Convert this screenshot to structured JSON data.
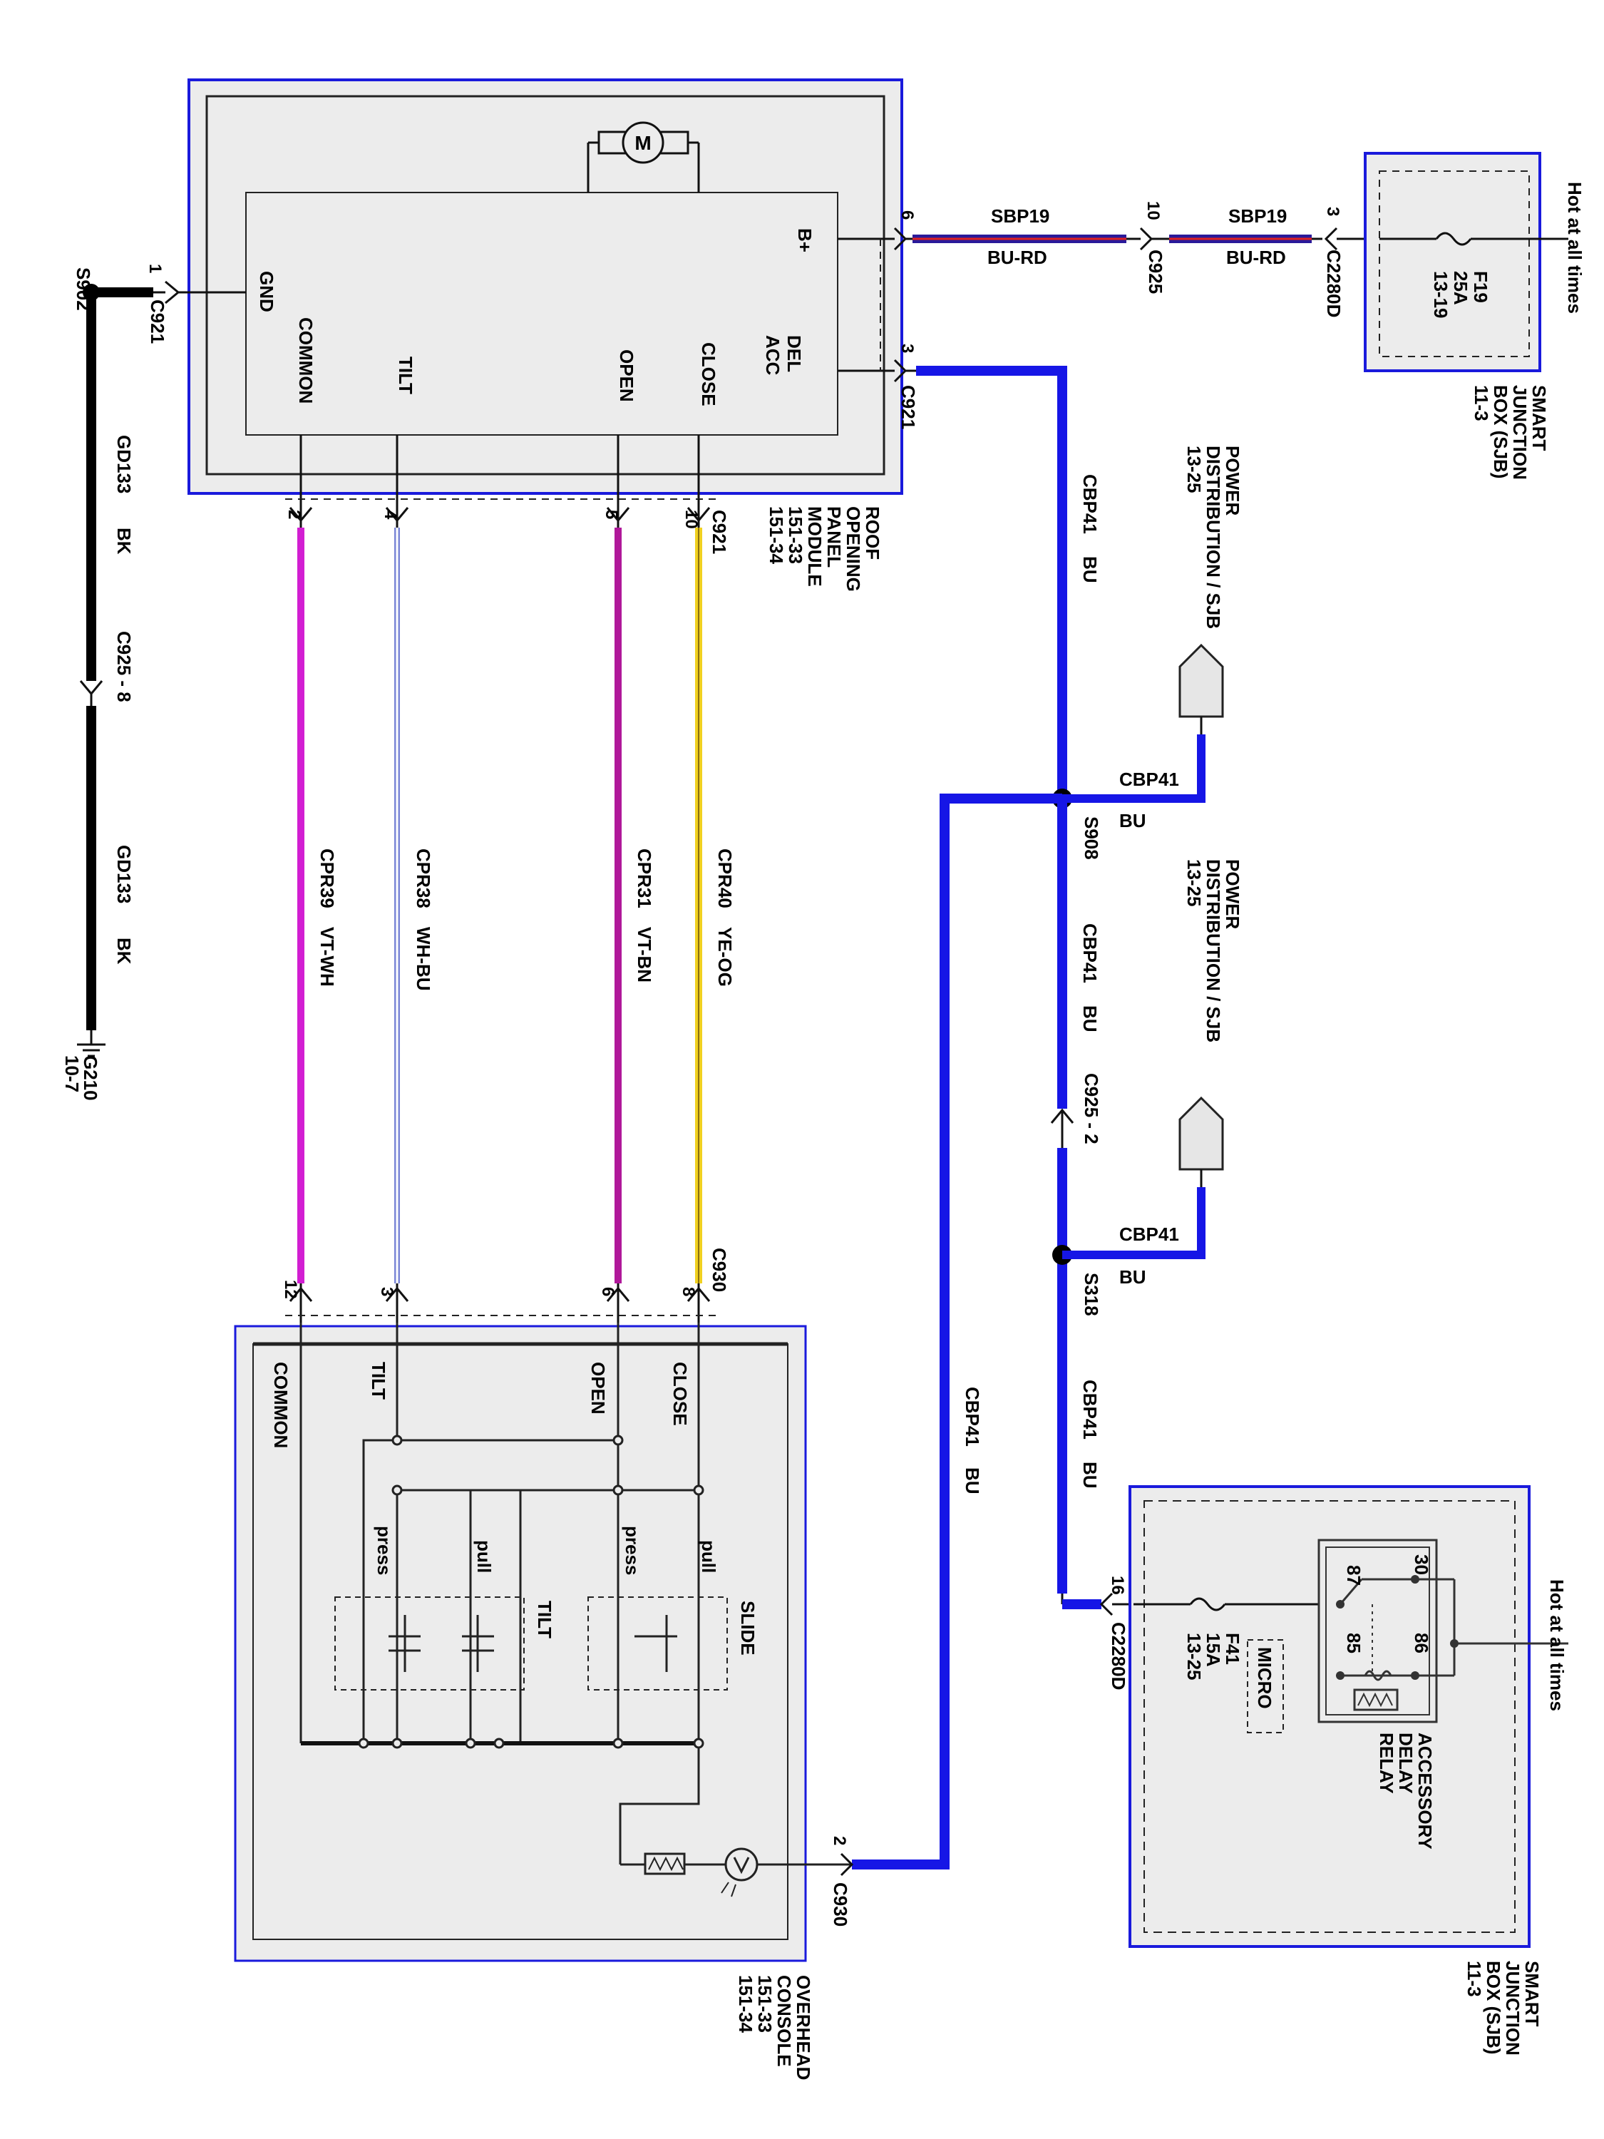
{
  "colors": {
    "blue_wire": "#1616e6",
    "black_wire": "#000000",
    "vt_wh": "#d21ed2",
    "wh_bu": "#7a86d6",
    "vt_bn": "#b0189a",
    "ye_og": "#f0d020",
    "box_border": "#1a1adc",
    "box_fill": "#ececec",
    "sbp_wire": "#2a1a9a",
    "sbp_stripe": "#e02020"
  },
  "icons": [
    "motor-icon",
    "ground-icon",
    "fuse-icon",
    "relay-coil-icon",
    "lamp-icon",
    "splice-icon",
    "connector-icon",
    "switch-icon"
  ],
  "roof_module": {
    "title_lines": [
      "ROOF",
      "OPENING",
      "PANEL",
      "MODULE",
      "151-33",
      "151-34"
    ],
    "pins": {
      "gnd": "GND",
      "common": "COMMON",
      "tilt": "TILT",
      "open": "OPEN",
      "close": "CLOSE",
      "del_acc_1": "DEL",
      "del_acc_2": "ACC",
      "bplus": "B+"
    }
  },
  "overhead_console": {
    "title_lines": [
      "OVERHEAD",
      "CONSOLE",
      "151-33",
      "151-34"
    ],
    "labels": {
      "common": "COMMON",
      "tilt": "TILT",
      "open": "OPEN",
      "close": "CLOSE",
      "tilt_sw": "TILT",
      "slide_sw": "SLIDE",
      "press1": "press",
      "pull1": "pull",
      "press2": "press",
      "pull2": "pull"
    }
  },
  "sjb_top": {
    "title_lines": [
      "SMART",
      "JUNCTION",
      "BOX (SJB)",
      "11-3"
    ],
    "hot": "Hot at all times",
    "fuse_lines": [
      "F19",
      "25A",
      "13-19"
    ]
  },
  "sjb_bottom": {
    "title_lines": [
      "SMART",
      "JUNCTION",
      "BOX (SJB)",
      "11-3"
    ],
    "hot": "Hot at all times",
    "fuse_lines": [
      "F41",
      "15A",
      "13-25"
    ],
    "relay_lines": [
      "ACCESSORY",
      "DELAY",
      "RELAY"
    ],
    "micro": "MICRO",
    "relay_pins": [
      "30",
      "87",
      "86",
      "85"
    ]
  },
  "power_dist_1": [
    "POWER",
    "DISTRIBUTION / SJB",
    "13-25"
  ],
  "power_dist_2": [
    "POWER",
    "DISTRIBUTION / SJB",
    "13-25"
  ],
  "connectors": {
    "c921_1": "C921",
    "c921_1_pin": "1",
    "c921_3": "C921",
    "c921_3_pin": "3",
    "c921_top": "C921",
    "c925_sbp": "C925",
    "c925_sbp_pin": "10",
    "c2280d_top": "C2280D",
    "c2280d_top_pin": "3",
    "rom_pin6": "6",
    "c925_8": "C925  -  8",
    "c925_2": "C925  -  2",
    "c930_top": "C930",
    "c930_2": "C930",
    "c930_2_pin": "2",
    "c2280d_bot": "C2280D",
    "c2280d_bot_pin": "16",
    "s902": "S902",
    "s908": "S908",
    "s318": "S318",
    "g210_1": "G210",
    "g210_2": "10-7",
    "rom_pins": [
      "2",
      "4",
      "5",
      "10"
    ],
    "oc_pins": [
      "12",
      "3",
      "6",
      "8"
    ]
  },
  "wires": {
    "sbp19_a": "SBP19",
    "bu_rd_a": "BU-RD",
    "sbp19_b": "SBP19",
    "bu_rd_b": "BU-RD",
    "gd133_a": "GD133",
    "bk_a": "BK",
    "gd133_b": "GD133",
    "bk_b": "BK",
    "cbp41_top": "CBP41",
    "bu_top": "BU",
    "cbp41_branch1": "CBP41",
    "bu_branch1": "BU",
    "cbp41_mid": "CBP41",
    "bu_mid": "BU",
    "cbp41_branch2": "CBP41",
    "bu_branch2": "BU",
    "cbp41_low": "CBP41",
    "bu_low": "BU",
    "cbp41_long": "CBP41",
    "bu_long": "BU",
    "cpr39": "CPR39",
    "vt_wh": "VT-WH",
    "cpr38": "CPR38",
    "wh_bu": "WH-BU",
    "cpr31": "CPR31",
    "vt_bn": "VT-BN",
    "cpr40": "CPR40",
    "ye_og": "YE-OG"
  }
}
